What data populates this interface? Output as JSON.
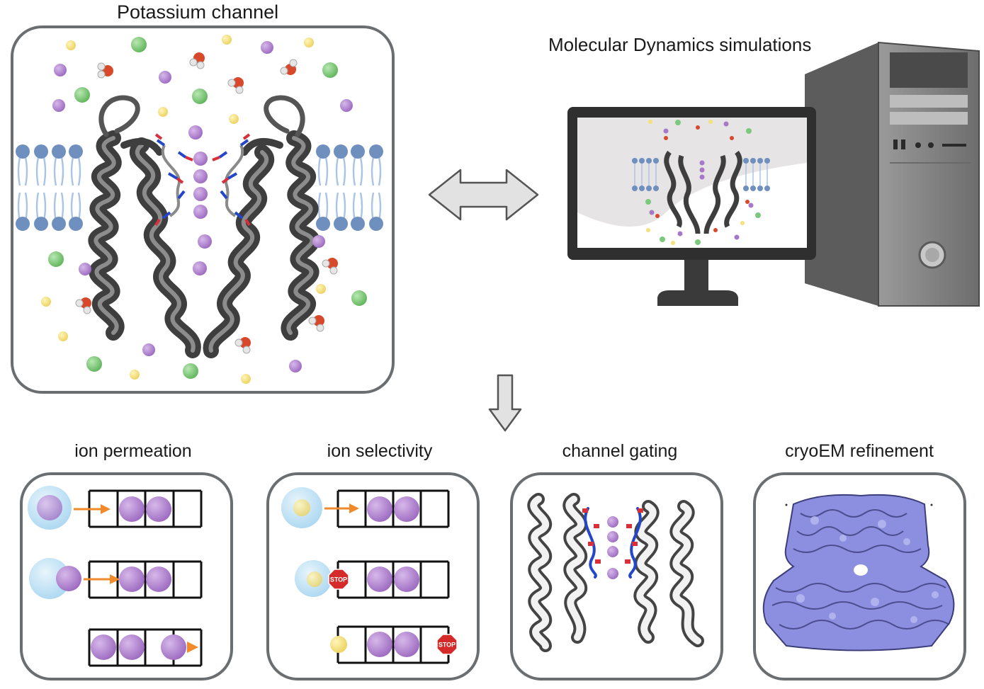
{
  "titles": {
    "potassium_channel": "Potassium channel",
    "md_simulations": "Molecular Dynamics simulations"
  },
  "panels": [
    {
      "label": "ion permeation"
    },
    {
      "label": "ion selectivity"
    },
    {
      "label": "channel gating"
    },
    {
      "label": "cryoEM refinement"
    }
  ],
  "stop_sign_text": "STOP",
  "colors": {
    "frame_border": "#6b6e70",
    "potassium_ion": "#a878c8",
    "sodium_ion": "#f5e07a",
    "chloride_ion": "#7cc87c",
    "water_oxygen": "#d8482a",
    "membrane_head": "#6f8fbf",
    "membrane_tail": "#a9c4e6",
    "protein": "#5a5a5a",
    "arrow_orange": "#f08a2a",
    "cryoem_density": "#8c8ee0",
    "stop_red": "#d42a2a"
  },
  "icons": [
    "double-arrow-icon",
    "down-arrow-icon",
    "computer-monitor-icon",
    "computer-tower-icon",
    "stop-sign-icon"
  ]
}
